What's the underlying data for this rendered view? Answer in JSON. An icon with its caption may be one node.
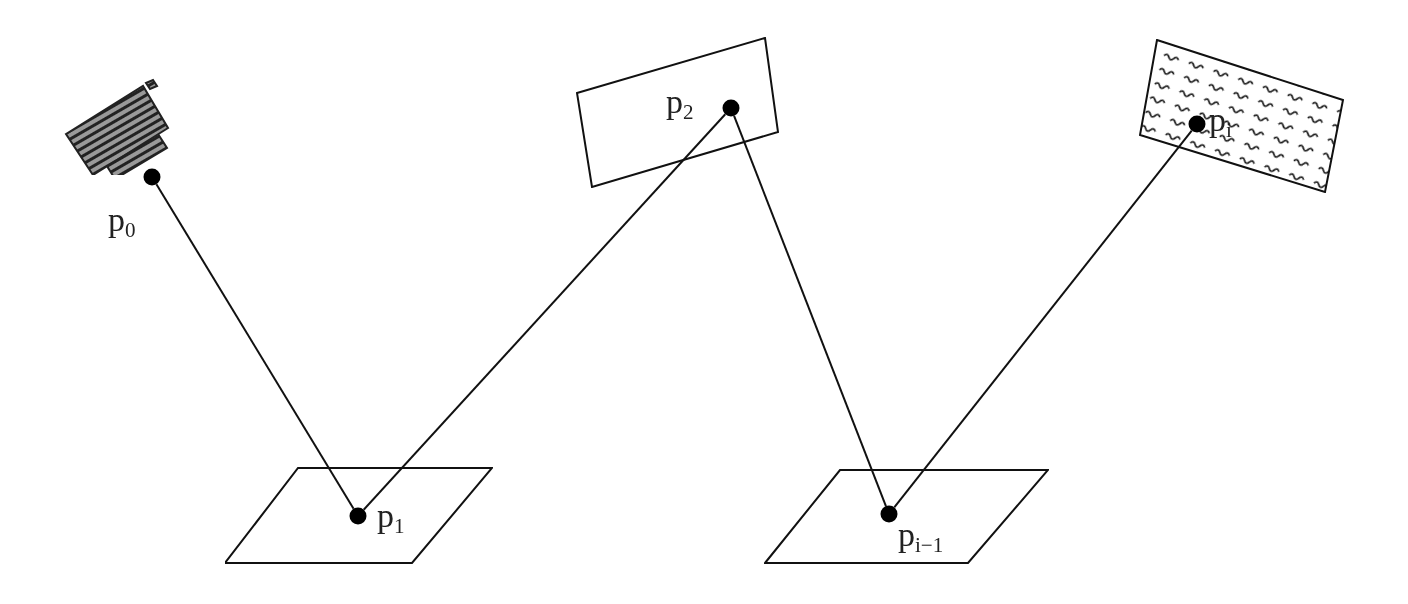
{
  "diagram": {
    "nodes": [
      {
        "text": [
          "p$_{0}$"
        ]
      },
      {
        "text": [],
        "shape": "parallelogram"
      },
      {
        "text": [
          "p$_{1}$"
        ],
        "in": 1
      },
      {
        "text": [],
        "shape": "box"
      },
      {
        "text": [
          "p$_{2}$"
        ],
        "in": 3
      },
      {
        "text": [],
        "shape": "parallelogram"
      },
      {
        "text": [
          "p$_{i−1}$"
        ],
        "in": 5
      },
      {
        "text": [],
        "shape": "box"
      },
      {
        "text": [
          "p$_{i}$"
        ],
        "in": 7
      }
    ],
    "edges": [
      {
        "from": 0,
        "to": 2,
        "arrow": "none"
      },
      {
        "from": 2,
        "to": 4,
        "arrow": "none"
      },
      {
        "from": 4,
        "to": 6,
        "arrow": "none"
      },
      {
        "from": 6,
        "to": 8,
        "arrow": "none"
      }
    ]
  }
}
